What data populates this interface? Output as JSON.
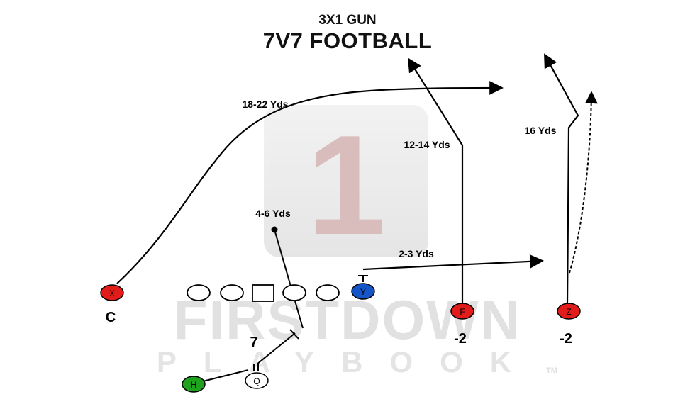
{
  "header": {
    "formation": "3X1 GUN",
    "title": "7V7 FOOTBALL"
  },
  "watermark": {
    "logo_glyph": "1",
    "brand_line1": "FIRSTDOWN",
    "brand_line2": "PLAYBOOK",
    "trademark": "TM"
  },
  "players": {
    "x": "X",
    "f": "F",
    "z": "Z",
    "y": "Y",
    "h": "H",
    "q": "Q"
  },
  "alignment_labels": {
    "x": "C",
    "f": "-2",
    "z": "-2",
    "q_steps": "7"
  },
  "route_labels": {
    "x": "18-22 Yds",
    "f": "12-14 Yds",
    "z": "16 Yds",
    "y": "2-3 Yds",
    "h": "4-6 Yds"
  },
  "colors": {
    "x_red": "#e21b1b",
    "y_blue": "#1456c8",
    "h_green": "#1fa31f",
    "route": "#000000",
    "watermark": "#d9d9d9",
    "logo_red": "#c9a3a3"
  }
}
